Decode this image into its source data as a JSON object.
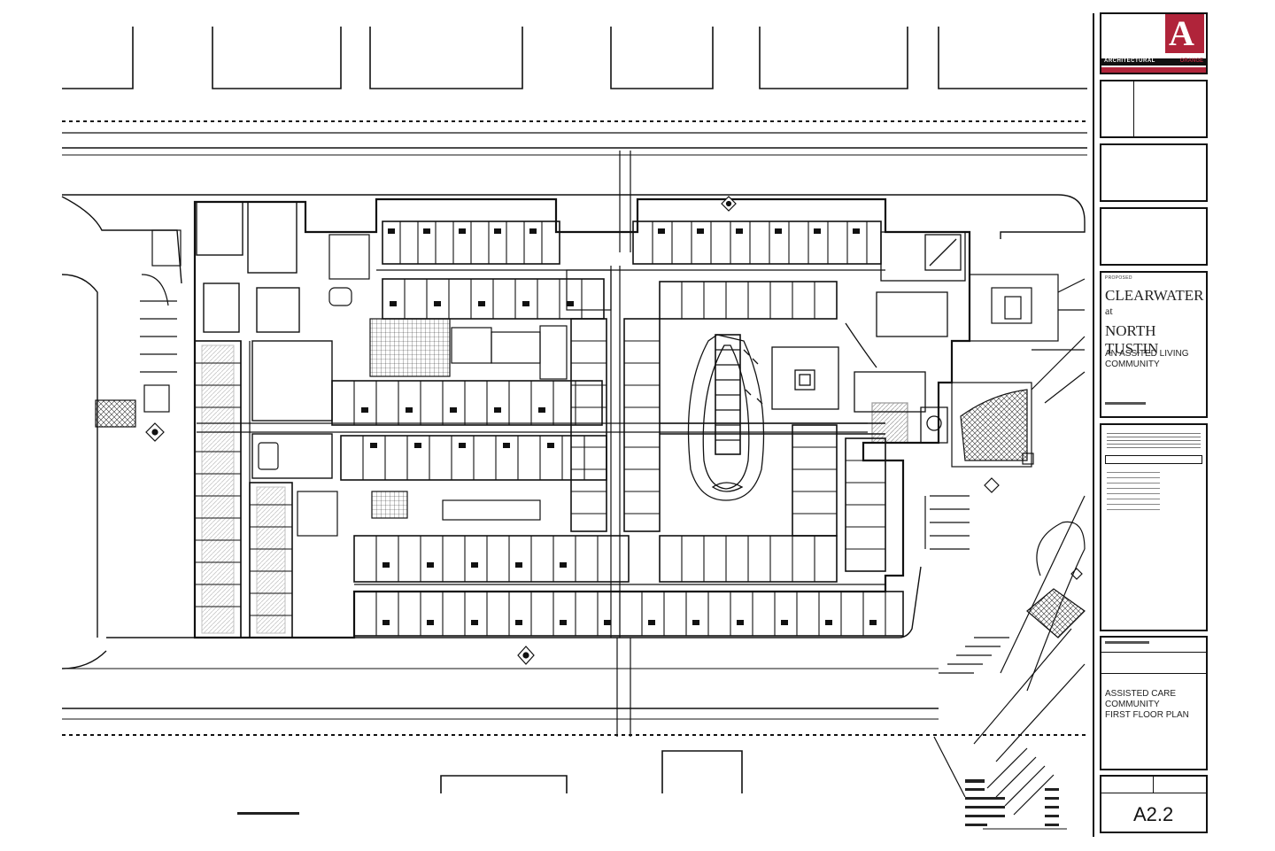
{
  "titleblock": {
    "firm_name": "ARCHITECTURAL",
    "firm_suffix": "ORANGE",
    "firm_letter": "A",
    "proposed_label": "PROPOSED",
    "project_name_line1": "CLEARWATER",
    "project_name_line2": "at",
    "project_name_line3": "NORTH TUSTIN",
    "project_subtitle_line1": "AN ASSITED LIVING",
    "project_subtitle_line2": "COMMUNITY",
    "sheet_title_line1": "ASSISTED CARE",
    "sheet_title_line2": "COMMUNITY",
    "sheet_title_line3": "FIRST FLOOR PLAN",
    "sheet_number": "A2.2",
    "accent_color": "#b0243a"
  }
}
